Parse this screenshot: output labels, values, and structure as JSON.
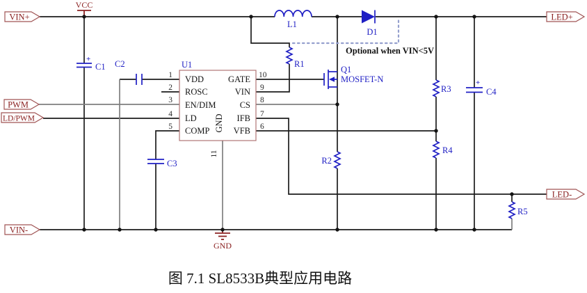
{
  "caption": {
    "text": "图 7.1 SL8533B典型应用电路"
  },
  "annotations": {
    "optional_note": "Optional when VIN<5V"
  },
  "nets": {
    "vin_plus": "VIN+",
    "pwm": "PWM",
    "ld_pwm": "LD/PWM",
    "vin_minus": "VIN-",
    "led_plus": "LED+",
    "led_minus": "LED-"
  },
  "power": {
    "vcc": "VCC",
    "gnd": "GND"
  },
  "ic": {
    "ref": "U1",
    "left_pins": [
      {
        "num": "1",
        "name": "VDD"
      },
      {
        "num": "2",
        "name": "ROSC"
      },
      {
        "num": "3",
        "name": "EN/DIM"
      },
      {
        "num": "4",
        "name": "LD"
      },
      {
        "num": "5",
        "name": "COMP"
      }
    ],
    "right_pins": [
      {
        "num": "10",
        "name": "GATE"
      },
      {
        "num": "9",
        "name": "VIN"
      },
      {
        "num": "8",
        "name": "CS"
      },
      {
        "num": "7",
        "name": "IFB"
      },
      {
        "num": "6",
        "name": "VFB"
      }
    ],
    "bottom_pin": {
      "num": "11",
      "name": "GND"
    }
  },
  "components": {
    "c1": "C1",
    "c2": "C2",
    "c3": "C3",
    "c4": "C4",
    "r1": "R1",
    "r2": "R2",
    "r3": "R3",
    "r4": "R4",
    "r5": "R5",
    "l1": "L1",
    "d1": "D1",
    "q1_ref": "Q1",
    "q1_type": "MOSFET-N",
    "polarity_plus": "+"
  },
  "colors": {
    "wire": "#1c1c1c",
    "gray_wire": "#7e7e7e",
    "component_blue": "#1f1fc4",
    "net_maroon": "#8b2222",
    "net_border": "#a05555",
    "ic_border": "#b07474",
    "dotted_blue": "#95a0ce"
  }
}
